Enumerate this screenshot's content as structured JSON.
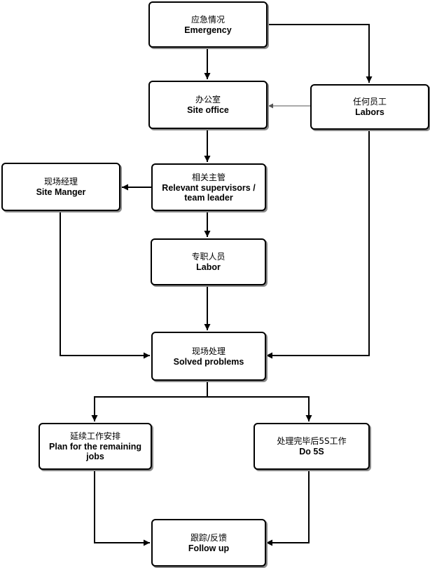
{
  "nodes": {
    "emergency": {
      "zh": "应急情况",
      "en": [
        "Emergency"
      ]
    },
    "site_office": {
      "zh": "办公室",
      "en": [
        "Site office"
      ]
    },
    "labors": {
      "zh": "任何员工",
      "en": [
        "Labors"
      ]
    },
    "site_manager": {
      "zh": "现场经理",
      "en": [
        "Site Manger"
      ]
    },
    "supervisors": {
      "zh": "相关主管",
      "en": [
        "Relevant supervisors /",
        "team leader"
      ]
    },
    "labor": {
      "zh": "专职人员",
      "en": [
        "Labor"
      ]
    },
    "solved": {
      "zh": "现场处理",
      "en": [
        "Solved problems"
      ]
    },
    "plan": {
      "zh": "延续工作安排",
      "en": [
        "Plan for the remaining",
        "jobs"
      ]
    },
    "do5s": {
      "zh": "处理完毕后5S工作",
      "en": [
        "Do 5S"
      ]
    },
    "follow": {
      "zh": "跟踪/反馈",
      "en": [
        "Follow up"
      ]
    }
  }
}
